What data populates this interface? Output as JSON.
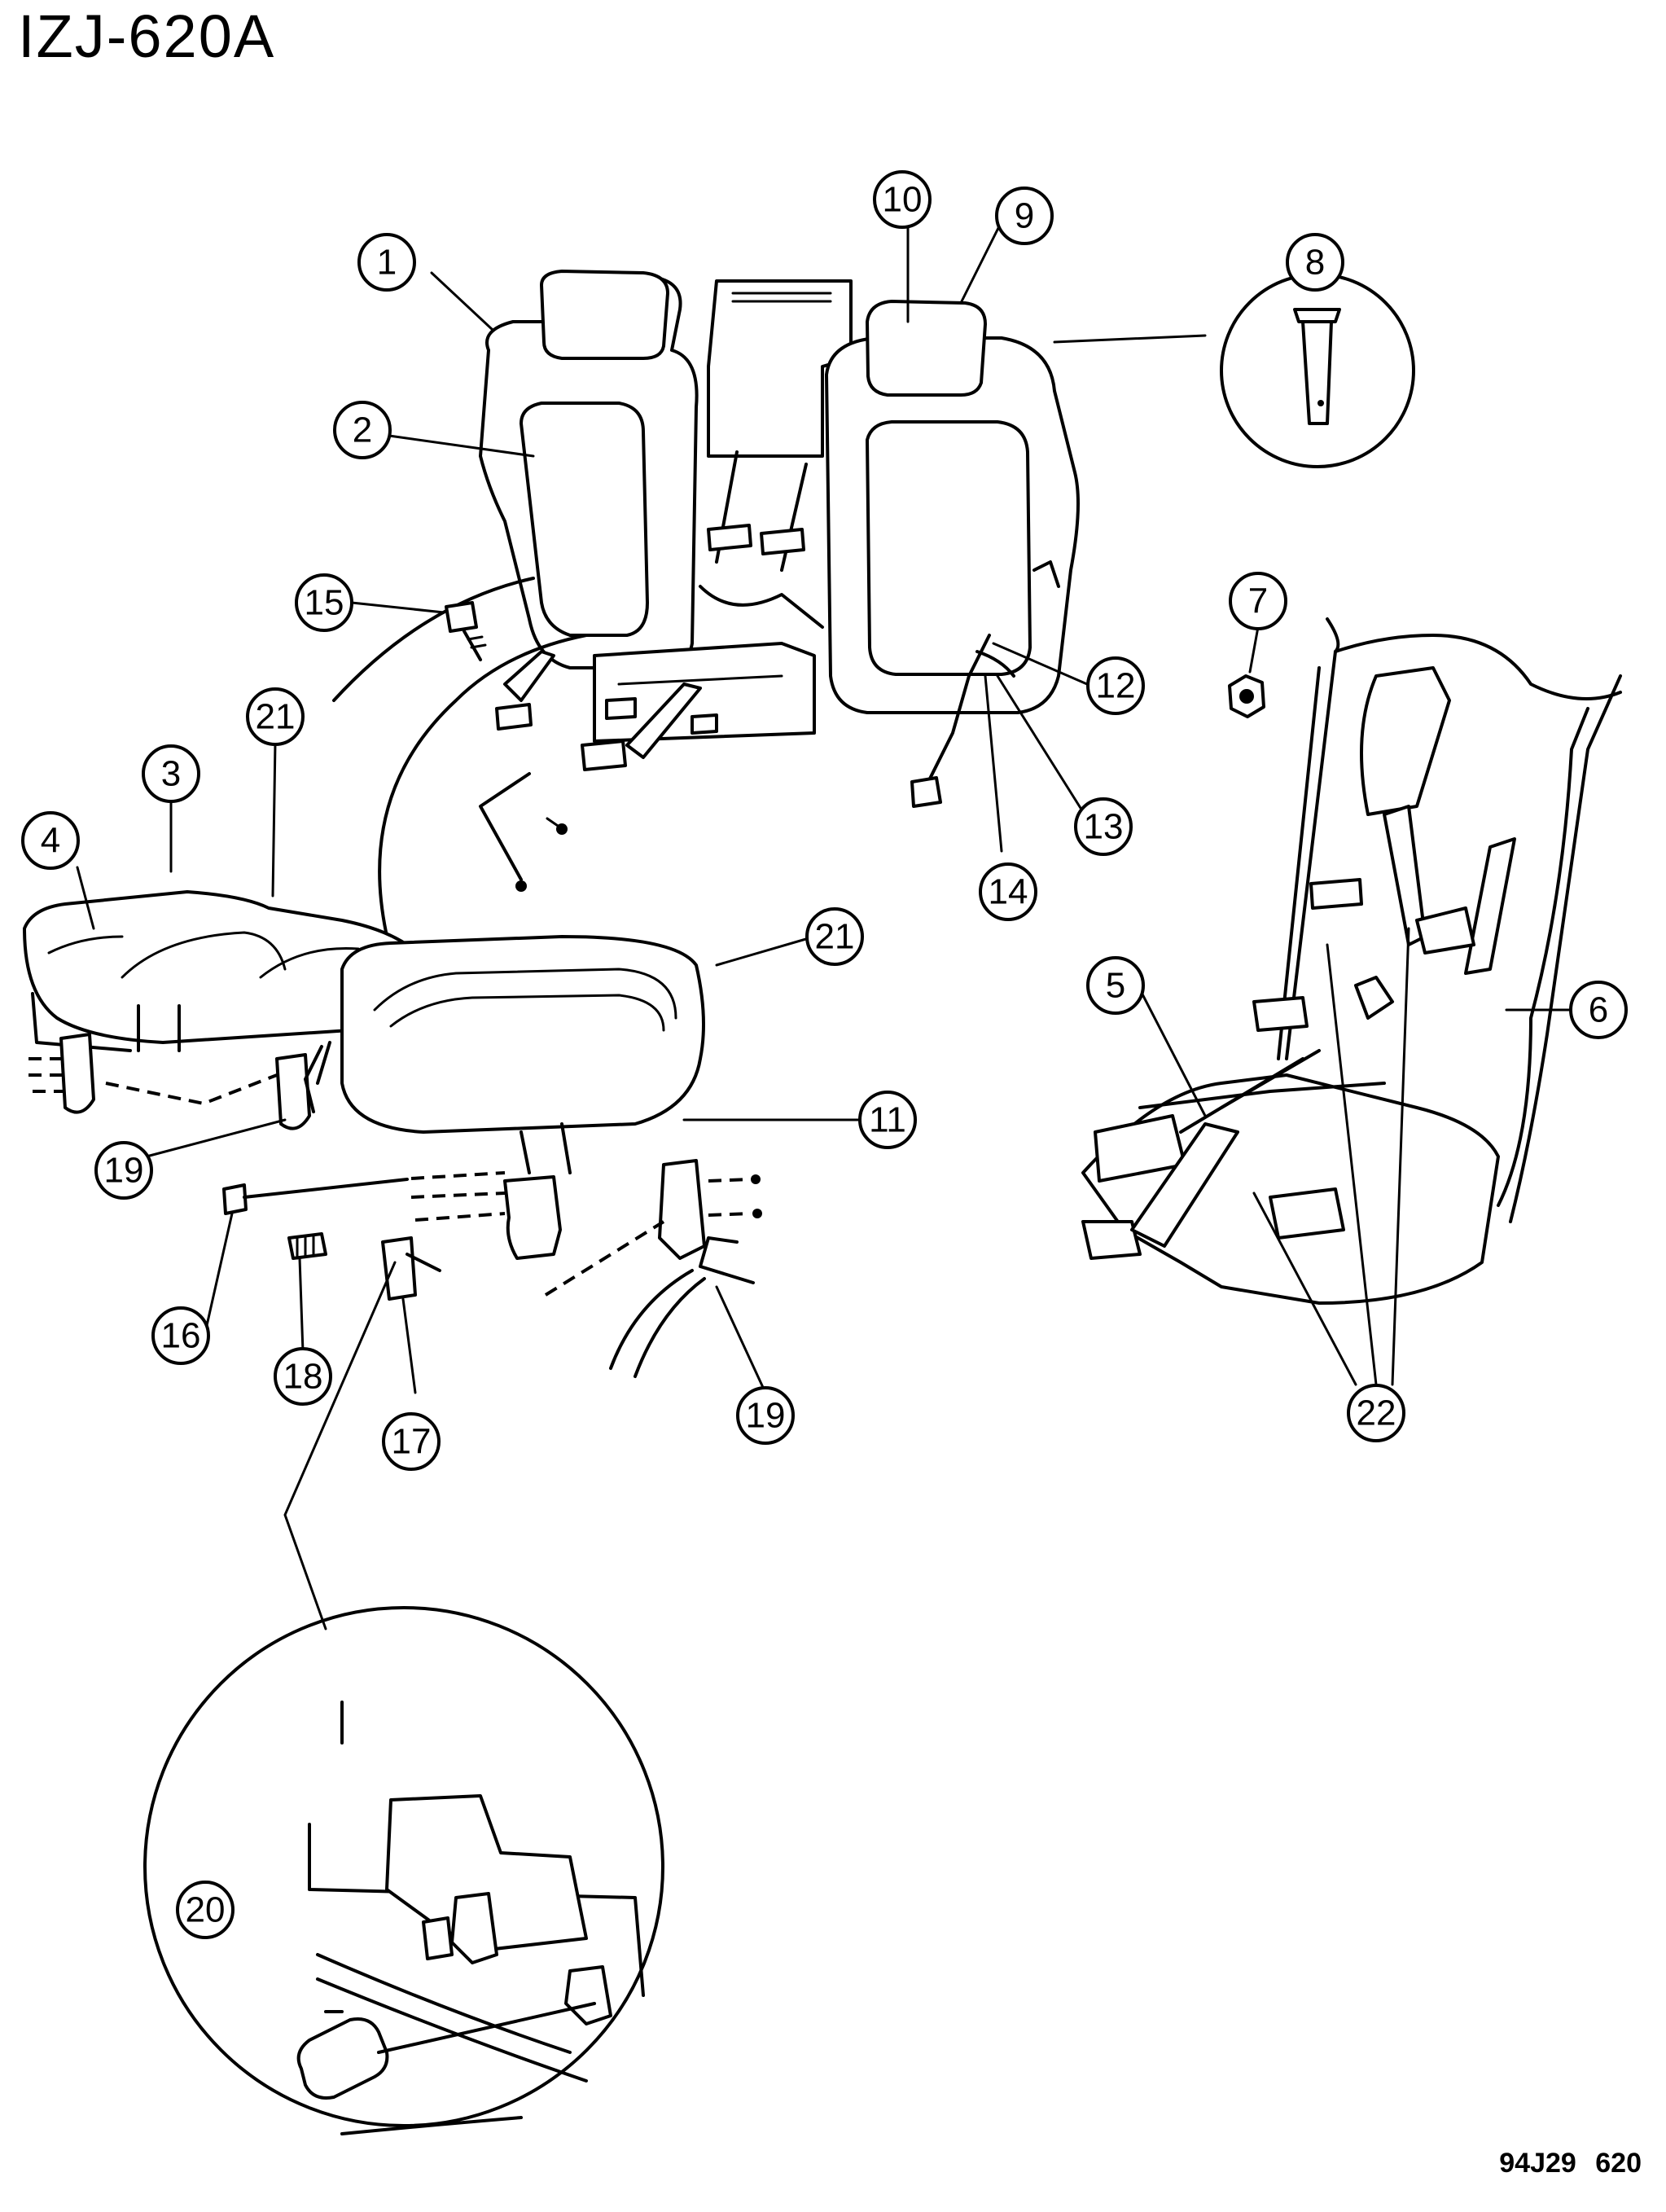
{
  "title": "IZJ-620A",
  "footer_code": "94J29 620",
  "callouts": [
    "1",
    "2",
    "3",
    "4",
    "5",
    "6",
    "7",
    "8",
    "9",
    "10",
    "11",
    "12",
    "13",
    "14",
    "15",
    "16",
    "17",
    "18",
    "19",
    "19",
    "20",
    "21",
    "21",
    "22"
  ]
}
